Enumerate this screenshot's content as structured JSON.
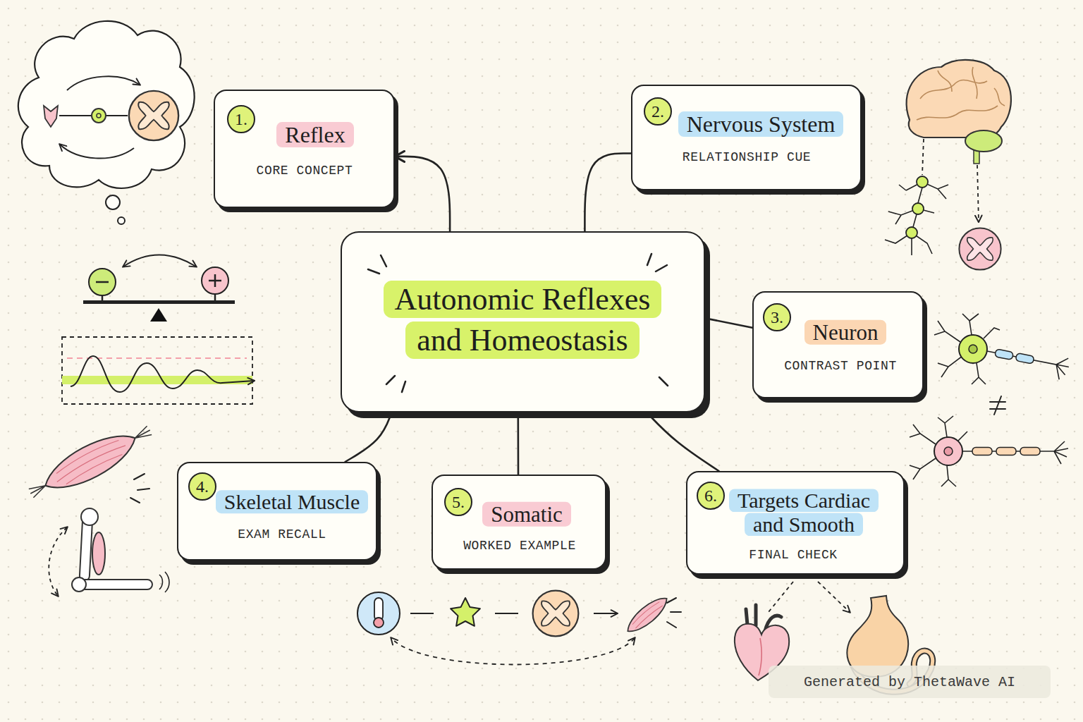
{
  "diagram": {
    "nodes": [
      {
        "text": [
          "Reflex",
          "CORE CONCEPT"
        ]
      },
      {
        "text": [
          "1."
        ],
        "in": 0
      },
      {
        "text": [
          "Nervous System",
          "RELATIONSHIP CUE"
        ]
      },
      {
        "text": [
          "2."
        ],
        "in": 2
      },
      {
        "text": [
          "Autonomic Reflexes and Homeostasis"
        ]
      },
      {
        "text": [
          "Neuron",
          "CONTRAST POINT"
        ]
      },
      {
        "text": [
          "3."
        ],
        "in": 5
      },
      {
        "text": [
          "Skeletal Muscle",
          "EXAM RECALL"
        ]
      },
      {
        "text": [
          "4."
        ],
        "in": 7
      },
      {
        "text": [
          "Somatic",
          "WORKED EXAMPLE"
        ]
      },
      {
        "text": [
          "5."
        ],
        "in": 9
      },
      {
        "text": [
          "Targets Cardiac and Smooth",
          "FINAL CHECK"
        ]
      },
      {
        "text": [
          "6."
        ],
        "in": 11
      }
    ],
    "edges": [
      {
        "from": 4,
        "to": 0,
        "arrow": "to"
      },
      {
        "from": 4,
        "to": 2,
        "arrow": "none"
      },
      {
        "from": 4,
        "to": 5,
        "arrow": "none"
      },
      {
        "from": 4,
        "to": 7,
        "arrow": "none"
      },
      {
        "from": 4,
        "to": 9,
        "arrow": "none"
      },
      {
        "from": 4,
        "to": 11,
        "arrow": "none"
      }
    ],
    "labels": [
      "Generated by ThetaWave AI"
    ]
  }
}
